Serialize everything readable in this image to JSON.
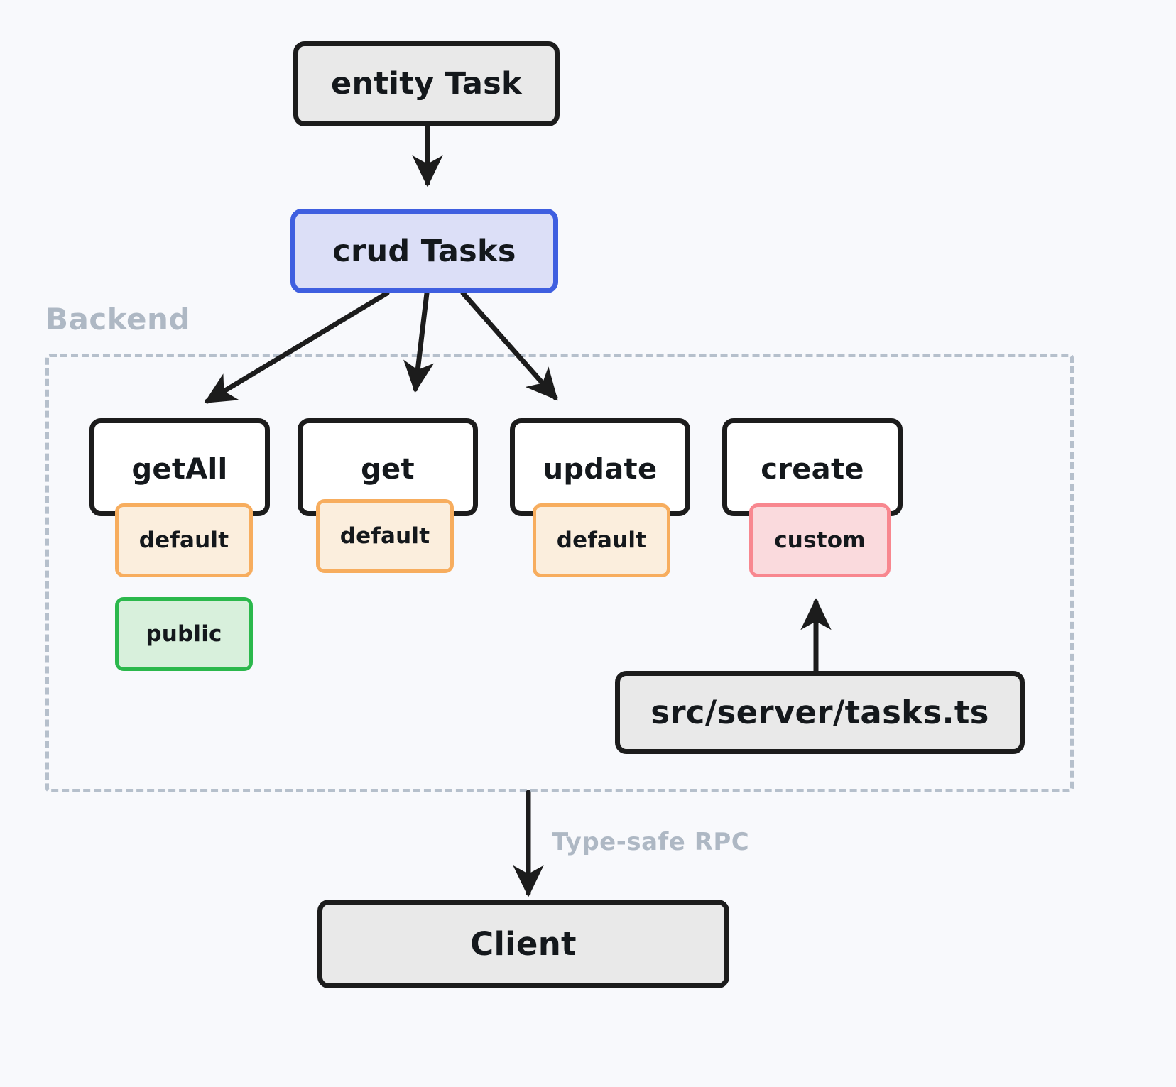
{
  "diagram": {
    "title_nodes": {
      "entity": "entity Task",
      "crud": "crud Tasks",
      "client": "Client",
      "source_file": "src/server/tasks.ts"
    },
    "group": {
      "label": "Backend"
    },
    "edges": {
      "rpc_label": "Type-safe RPC"
    },
    "operations": [
      {
        "name": "getAll",
        "badge": "default",
        "badge_kind": "default",
        "extra_badge": "public",
        "extra_badge_kind": "public"
      },
      {
        "name": "get",
        "badge": "default",
        "badge_kind": "default",
        "extra_badge": null,
        "extra_badge_kind": null
      },
      {
        "name": "update",
        "badge": "default",
        "badge_kind": "default",
        "extra_badge": null,
        "extra_badge_kind": null
      },
      {
        "name": "create",
        "badge": "custom",
        "badge_kind": "custom",
        "extra_badge": null,
        "extra_badge_kind": null
      }
    ],
    "colors": {
      "background": "#f8f9fc",
      "stroke": "#1c1c1c",
      "node_fill": "#e9e9e9",
      "crud_border": "#3f5fe0",
      "crud_fill": "#dcdff7",
      "default_border": "#f7ad5e",
      "default_fill": "#fbeedd",
      "custom_border": "#f8878f",
      "custom_fill": "#fadadd",
      "public_border": "#2bb84c",
      "public_fill": "#d8f0dc",
      "group_border": "#b6c0cc",
      "muted_text": "#aeb8c4"
    }
  }
}
